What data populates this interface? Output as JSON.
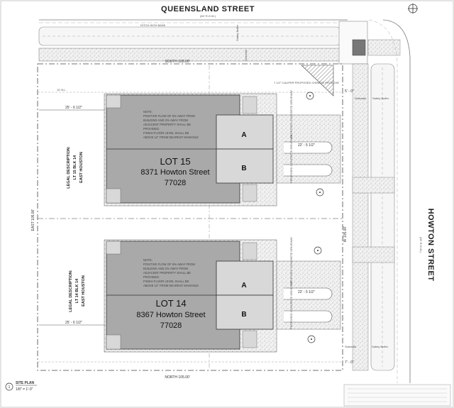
{
  "streets": {
    "north": "QUEENSLAND STREET",
    "north_row": "(60' R.O.W.)",
    "east": "HOWTON STREET",
    "east_row": "(60' R.O.W.)"
  },
  "bounds": {
    "south_call": "SOUTH   105.00'",
    "north_call": "NORTH   105.00'",
    "east_call": "EAST   105.00'",
    "west_call": "W   105.00'"
  },
  "lots": [
    {
      "lot": "LOT 15",
      "address": "8371 Howton Street",
      "zip": "77028",
      "legal": [
        "LEGAL DESCRIPTION:",
        "LT 15 BLK 14",
        "EAST HOUSTON"
      ],
      "note": [
        "NOTE:",
        "POSITIVE FLOW OF 5% AWAY FROM",
        "BUILDING AND 2% AWAY FROM",
        "ADJACENT PROPERTY SHALL BE",
        "PROVIDED.",
        "FINISH FLOOR LEVEL SHALL BE",
        "ABOVE 12\" FROM NEAREST MANHOLE"
      ],
      "units": [
        "A",
        "B"
      ]
    },
    {
      "lot": "LOT 14",
      "address": "8367 Howton Street",
      "zip": "77028",
      "legal": [
        "LEGAL DESCRIPTION:",
        "LT 14 BLK 14",
        "EAST HOUSTON"
      ],
      "note": [
        "NOTE:",
        "POSITIVE FLOW OF 5% AWAY FROM",
        "BUILDING AND 2% AWAY FROM",
        "ADJACENT PROPERTY SHALL BE",
        "PROVIDED.",
        "FINISH FLOOR LEVEL SHALL BE",
        "ABOVE 12\" FROM NEAREST MANHOLE"
      ],
      "units": [
        "A",
        "B"
      ]
    }
  ],
  "labels": {
    "ditch_high_bank": "DITCH HIGH BANK",
    "safety_buffer": "Safety Buffer",
    "sidewalk": "Sidewalk",
    "proposed_driveway": "PROPOSED CONCRETE DRIVEWAY",
    "caliper_tree": "7 1/2\" CALIPER PROPOSED CHINESE PISTACHE",
    "setback_left": "25' - 6 1/2\"",
    "setback_bl": "25' - 6 1/2\"",
    "dim_drive_top": "22' - 5 1/2\"",
    "dim_drive_bot": "22' - 5 1/2\"",
    "bl_left": "10' B.L.",
    "dim_sidewalk": "5' - 0\"",
    "dim_tail": "7' - 0\""
  },
  "title_block": {
    "number": "1",
    "title": "SITE PLAN",
    "scale": "1/8\" = 1'-0\""
  }
}
